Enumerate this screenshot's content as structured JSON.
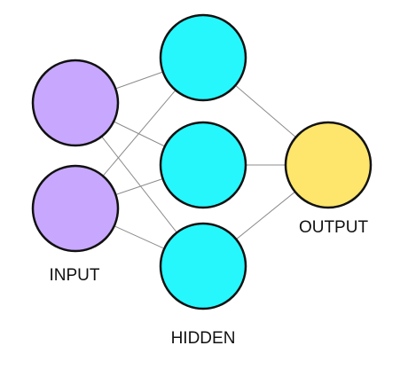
{
  "diagram": {
    "layers": [
      {
        "id": "input",
        "label": "INPUT",
        "node_count": 2,
        "fill": "#c8a8ff"
      },
      {
        "id": "hidden",
        "label": "HIDDEN",
        "node_count": 3,
        "fill": "#26f7fd"
      },
      {
        "id": "output",
        "label": "OUTPUT",
        "node_count": 1,
        "fill": "#fde66b"
      }
    ],
    "edge_color": "#8c8c8c",
    "node_stroke": "#111111",
    "connectivity": "fully-connected"
  }
}
